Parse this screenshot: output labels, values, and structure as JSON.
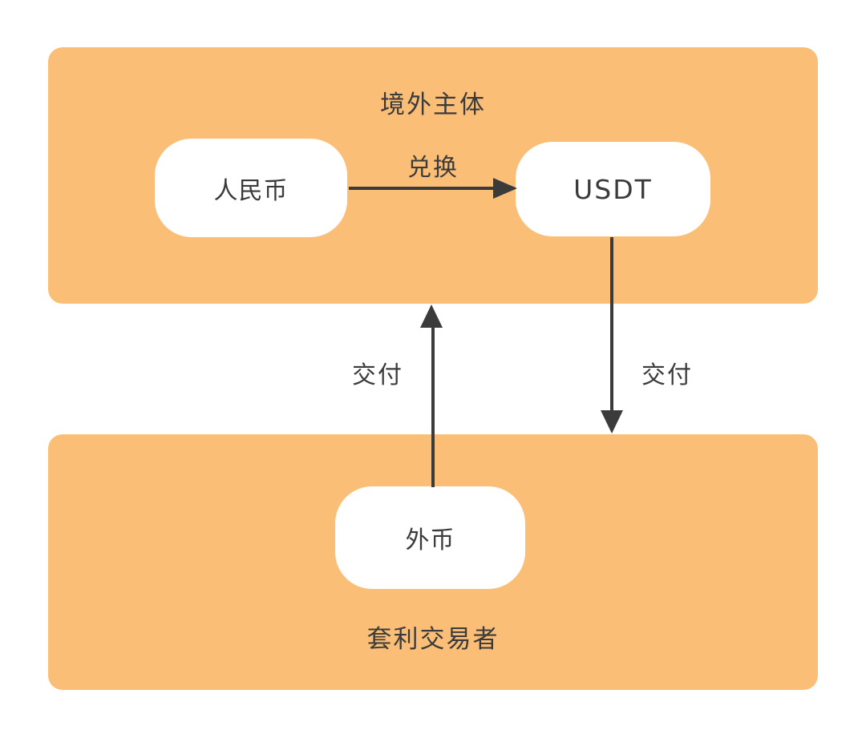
{
  "diagram": {
    "colors": {
      "container_fill": "#FBBE77",
      "node_fill": "#FFFFFF",
      "arrow": "#3B3B3B",
      "text": "#3B3B3B",
      "background": "#FFFFFF"
    },
    "top_container": {
      "label": "境外主体"
    },
    "bottom_container": {
      "label": "套利交易者"
    },
    "nodes": {
      "rmb": {
        "label": "人民币"
      },
      "usdt": {
        "label": "USDT"
      },
      "foreign_currency": {
        "label": "外币"
      }
    },
    "edges": {
      "exchange": {
        "label": "兑换",
        "from": "人民币",
        "to": "USDT",
        "direction": "right"
      },
      "deliver_down": {
        "label": "交付",
        "from": "USDT",
        "to": "套利交易者",
        "direction": "down"
      },
      "deliver_up": {
        "label": "交付",
        "from": "外币",
        "to": "境外主体",
        "direction": "up"
      }
    }
  }
}
